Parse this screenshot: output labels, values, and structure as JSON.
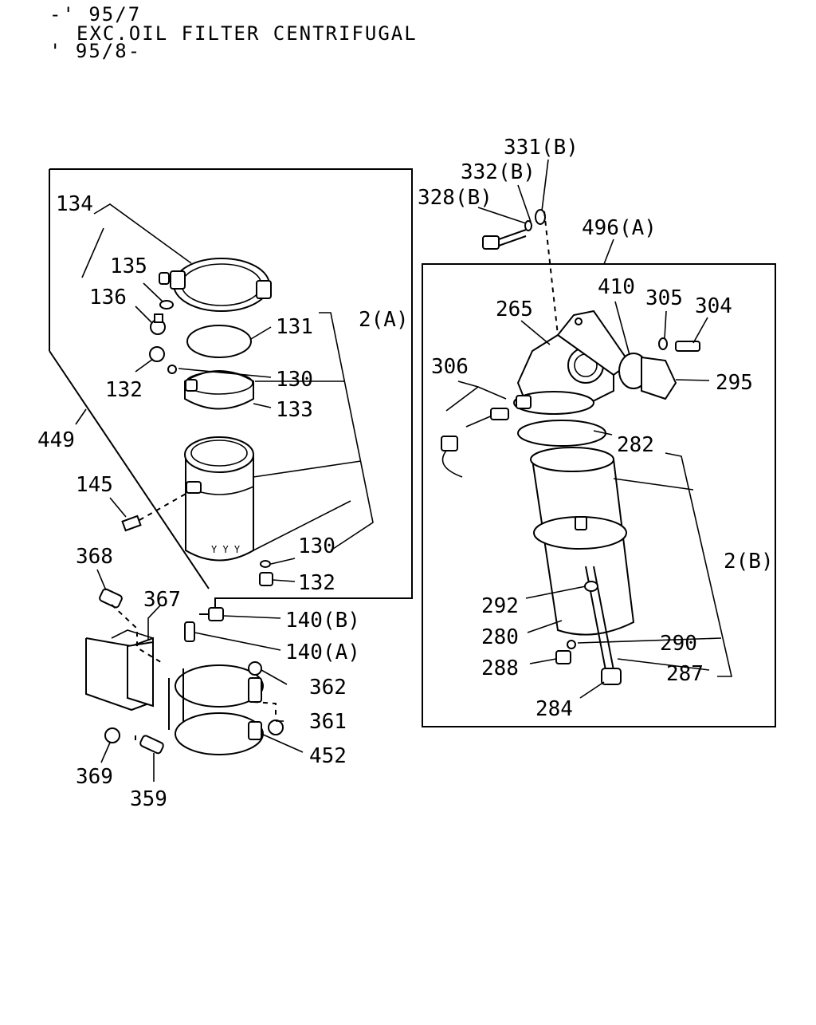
{
  "header": {
    "line1": "-' 95/7",
    "line2": "EXC.OIL FILTER CENTRIFUGAL",
    "line3": "' 95/8-"
  },
  "labels": {
    "p134": "134",
    "p135": "135",
    "p136": "136",
    "p131": "131",
    "p2A": "2(A)",
    "p132a": "132",
    "p130a": "130",
    "p133": "133",
    "p449": "449",
    "p145": "145",
    "p130b": "130",
    "p132b": "132",
    "p368": "368",
    "p367": "367",
    "p140B": "140(B)",
    "p140A": "140(A)",
    "p362": "362",
    "p361": "361",
    "p452": "452",
    "p369": "369",
    "p359": "359",
    "p331B": "331(B)",
    "p332B": "332(B)",
    "p328B": "328(B)",
    "p496A": "496(A)",
    "p410": "410",
    "p305": "305",
    "p304": "304",
    "p265": "265",
    "p306": "306",
    "p295": "295",
    "p282": "282",
    "p2B": "2(B)",
    "p292": "292",
    "p280": "280",
    "p290": "290",
    "p288": "288",
    "p287": "287",
    "p284": "284"
  }
}
